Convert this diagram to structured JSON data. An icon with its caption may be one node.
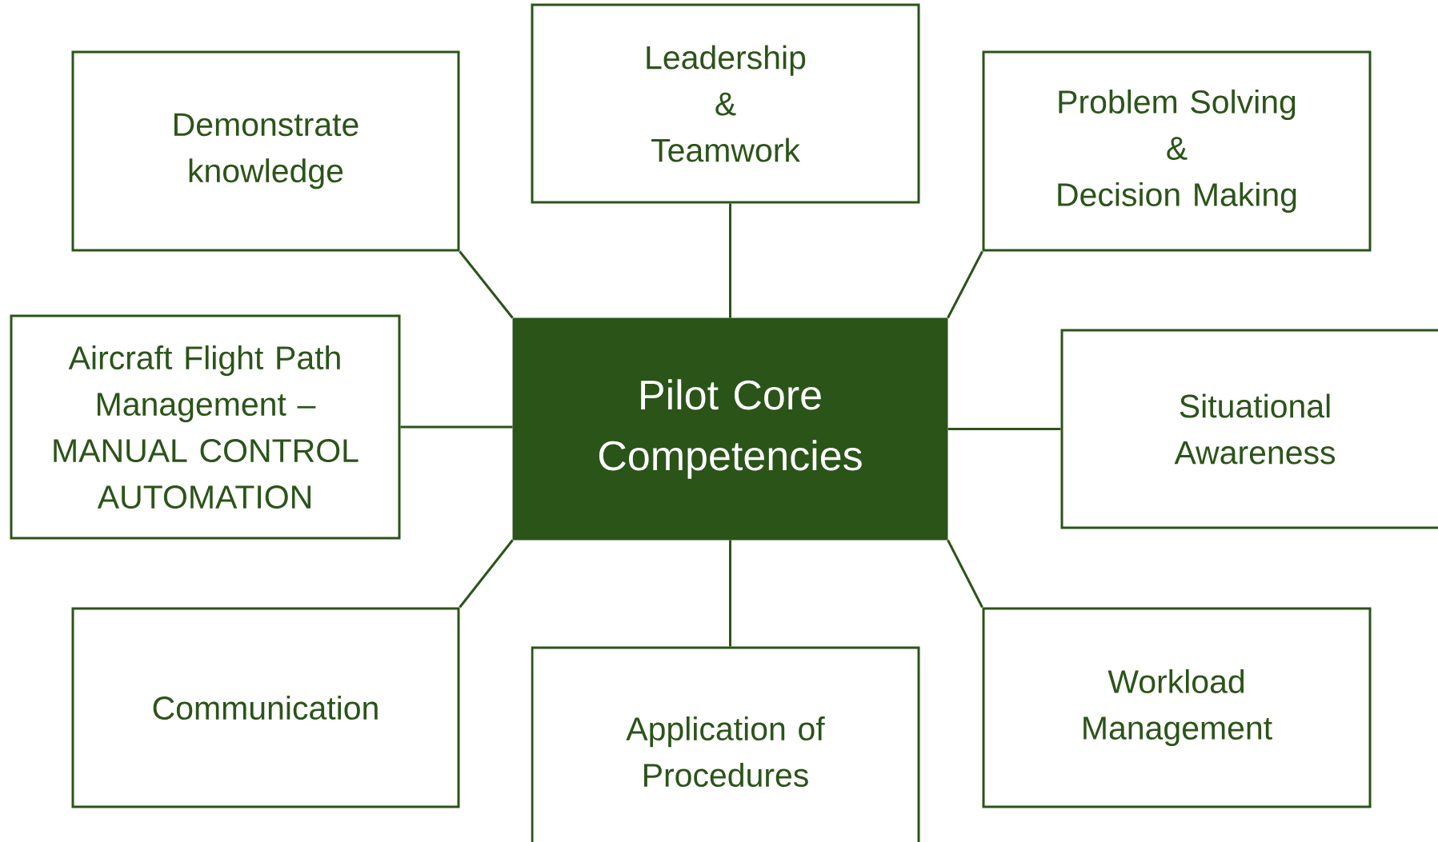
{
  "diagram": {
    "nodes": [
      {
        "text": [
          "Demonstrate knowledge"
        ]
      },
      {
        "text": [
          "Leadership",
          "&",
          "Teamwork"
        ]
      },
      {
        "text": [
          "Problem Solving",
          "&",
          "Decision Making"
        ]
      },
      {
        "text": [
          "Aircraft Flight Path Management – MANUAL CONTROL AUTOMATION"
        ]
      },
      {
        "text": [
          "Pilot Core Competencies"
        ]
      },
      {
        "text": [
          "Situational Awareness"
        ]
      },
      {
        "text": [
          "Communication"
        ]
      },
      {
        "text": [
          "Application of Procedures"
        ]
      },
      {
        "text": [
          "Workload Management"
        ]
      }
    ],
    "edges": [
      {
        "from": 4,
        "to": 0,
        "arrow": "none"
      },
      {
        "from": 4,
        "to": 1,
        "arrow": "none"
      },
      {
        "from": 4,
        "to": 2,
        "arrow": "none"
      },
      {
        "from": 4,
        "to": 3,
        "arrow": "none"
      },
      {
        "from": 4,
        "to": 5,
        "arrow": "none"
      },
      {
        "from": 4,
        "to": 6,
        "arrow": "none"
      },
      {
        "from": 4,
        "to": 7,
        "arrow": "none"
      },
      {
        "from": 4,
        "to": 8,
        "arrow": "none"
      }
    ]
  }
}
